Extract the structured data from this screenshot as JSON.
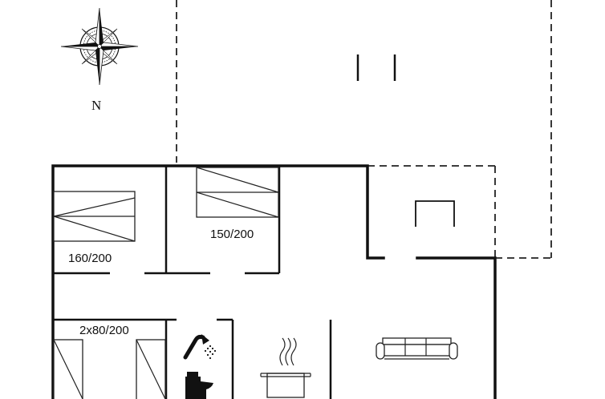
{
  "compass": {
    "label": "N"
  },
  "rooms": {
    "bedroom_1": {
      "bed_label": "160/200"
    },
    "bedroom_2": {
      "bed_label": "150/200"
    },
    "bedroom_3": {
      "bed_label": "2x80/200"
    }
  },
  "icons": {
    "compass": "compass-rose-icon",
    "shower": "shower-icon",
    "toilet": "toilet-icon",
    "cooking_pot": "cooking-pot-icon",
    "sofa": "sofa-icon",
    "fireplace": "fireplace-icon"
  }
}
